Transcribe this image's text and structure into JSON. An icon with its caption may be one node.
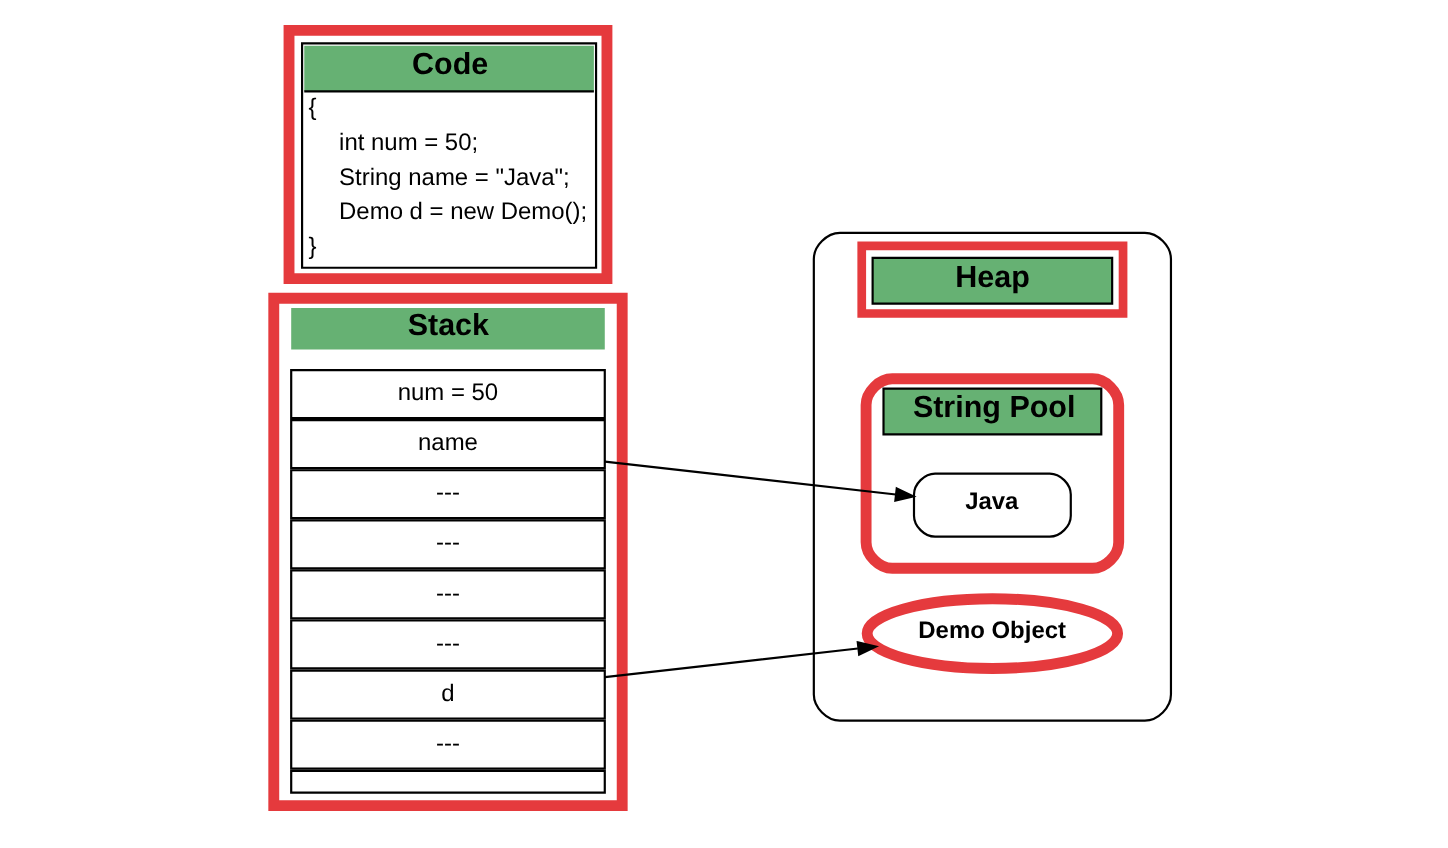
{
  "diagram": {
    "nodes": [
      {
        "text": [
          "Code",
          "{",
          "int num = 50;",
          "String name = \"Java\";",
          "Demo d = new Demo();",
          "}"
        ]
      },
      {
        "text": [
          "Stack"
        ]
      },
      {
        "text": [
          "num = 50"
        ],
        "in": 1
      },
      {
        "text": [
          "name"
        ],
        "in": 1
      },
      {
        "text": [
          "---"
        ],
        "in": 1
      },
      {
        "text": [
          "---"
        ],
        "in": 1
      },
      {
        "text": [
          "---"
        ],
        "in": 1
      },
      {
        "text": [
          "---"
        ],
        "in": 1
      },
      {
        "text": [
          "d"
        ],
        "in": 1
      },
      {
        "text": [
          "---"
        ],
        "in": 1
      },
      {
        "text": [],
        "shape": "box",
        "in": 1
      },
      {
        "text": [
          "Heap"
        ]
      },
      {
        "text": [
          "String Pool"
        ],
        "in": 11
      },
      {
        "text": [
          "Java"
        ],
        "in": 12
      },
      {
        "text": [
          "Demo Object"
        ],
        "in": 11
      }
    ],
    "edges": [
      {
        "from": 3,
        "to": 13,
        "arrow": "to"
      },
      {
        "from": 8,
        "to": 14,
        "arrow": "to"
      }
    ]
  }
}
